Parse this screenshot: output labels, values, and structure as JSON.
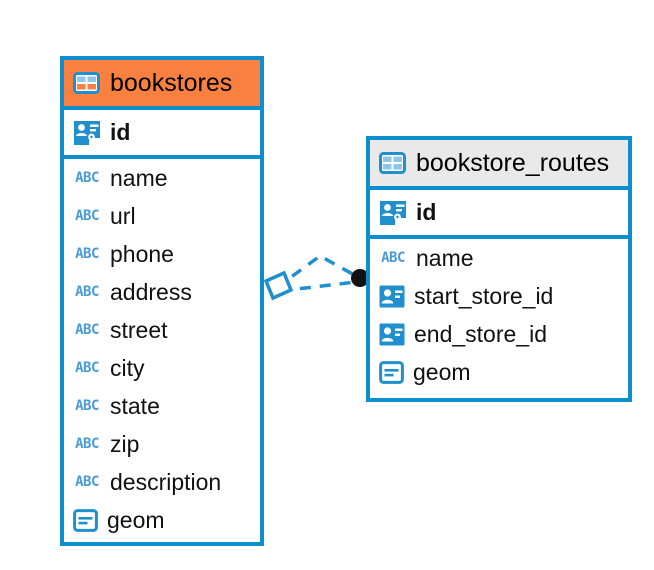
{
  "diagram": {
    "type": "entity-relationship-diagram",
    "background_color": "#ffffff",
    "accent_color": "#0d8ecf",
    "highlight_color": "#f9813f",
    "muted_header_color": "#e9e9e9",
    "icon_color": "#1f8fce",
    "abc_color": "#4a9bd8"
  },
  "entities": [
    {
      "name": "bookstores",
      "title": "bookstores",
      "header_style": "accent",
      "table_icon": "table-icon",
      "primary_keys": [
        {
          "label": "id",
          "icon": "primary-key-icon",
          "type": "key"
        }
      ],
      "fields": [
        {
          "label": "name",
          "icon": "abc-icon",
          "type": "text",
          "icon_text": "ABC"
        },
        {
          "label": "url",
          "icon": "abc-icon",
          "type": "text",
          "icon_text": "ABC"
        },
        {
          "label": "phone",
          "icon": "abc-icon",
          "type": "text",
          "icon_text": "ABC"
        },
        {
          "label": "address",
          "icon": "abc-icon",
          "type": "text",
          "icon_text": "ABC"
        },
        {
          "label": "street",
          "icon": "abc-icon",
          "type": "text",
          "icon_text": "ABC"
        },
        {
          "label": "city",
          "icon": "abc-icon",
          "type": "text",
          "icon_text": "ABC"
        },
        {
          "label": "state",
          "icon": "abc-icon",
          "type": "text",
          "icon_text": "ABC"
        },
        {
          "label": "zip",
          "icon": "abc-icon",
          "type": "text",
          "icon_text": "ABC"
        },
        {
          "label": "description",
          "icon": "abc-icon",
          "type": "text",
          "icon_text": "ABC"
        },
        {
          "label": "geom",
          "icon": "geometry-icon",
          "type": "geometry"
        }
      ]
    },
    {
      "name": "bookstore_routes",
      "title": "bookstore_routes",
      "header_style": "muted",
      "table_icon": "table-icon",
      "primary_keys": [
        {
          "label": "id",
          "icon": "primary-key-icon",
          "type": "key"
        }
      ],
      "fields": [
        {
          "label": "name",
          "icon": "abc-icon",
          "type": "text",
          "icon_text": "ABC"
        },
        {
          "label": "start_store_id",
          "icon": "foreign-key-icon",
          "type": "reference"
        },
        {
          "label": "end_store_id",
          "icon": "foreign-key-icon",
          "type": "reference"
        },
        {
          "label": "geom",
          "icon": "geometry-icon",
          "type": "geometry"
        }
      ]
    }
  ],
  "relationships": [
    {
      "from": "bookstores",
      "to": "bookstore_routes",
      "style": "dashed",
      "color": "#1f8fce",
      "source_marker": "diamond-marker",
      "target_marker": "filled-circle-marker"
    }
  ]
}
